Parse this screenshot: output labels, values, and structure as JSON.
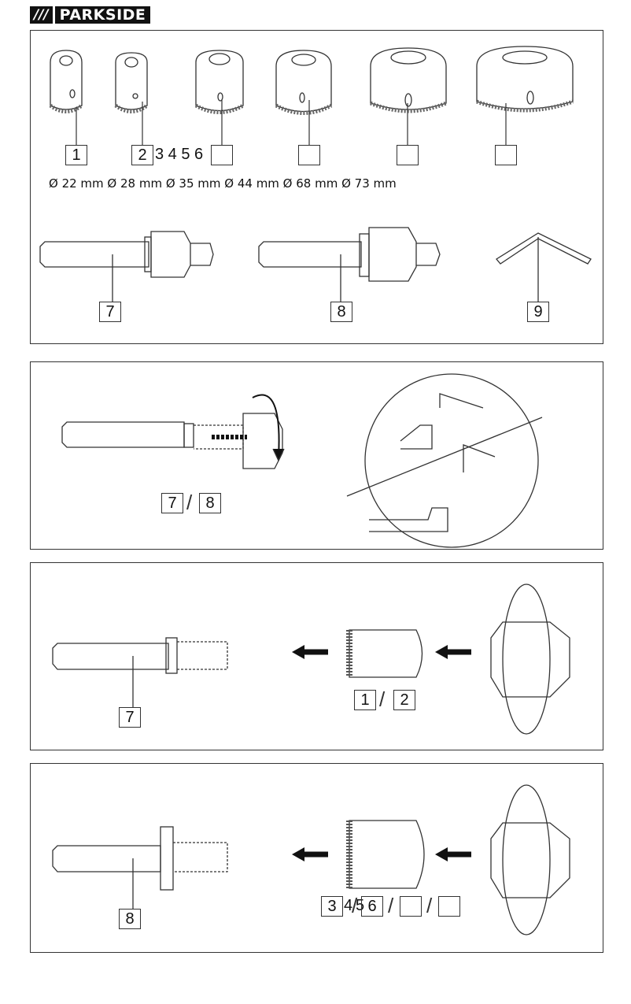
{
  "logo": {
    "mark": "///",
    "name": "PARKSIDE"
  },
  "panel1": {
    "bit_labels": [
      "1",
      "2"
    ],
    "bit_labels_overflow": "3 4 5 6",
    "diameters": "Ø 22 mm Ø 28 mm Ø 35 mm Ø 44 mm Ø 68 mm Ø 73 mm",
    "adapter_labels": [
      "7",
      "8"
    ],
    "key_label": "9"
  },
  "panel2": {
    "labels": [
      "7",
      "8"
    ],
    "separator": "/"
  },
  "panel3": {
    "shaft_label": "7",
    "bit_labels": [
      "1",
      "2"
    ],
    "separator": "/"
  },
  "panel4": {
    "shaft_label": "8",
    "bit_labels_overflow": [
      "3",
      "4",
      "5",
      "6"
    ],
    "separator": "/"
  }
}
